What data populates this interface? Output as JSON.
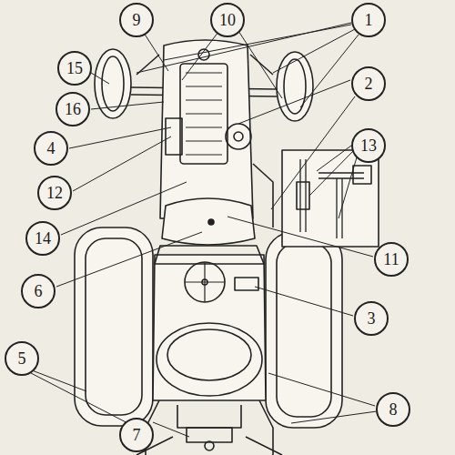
{
  "diagram": {
    "nodes": [
      {
        "text": [
          "9"
        ]
      },
      {
        "text": [
          "10"
        ]
      },
      {
        "text": [
          "1"
        ]
      },
      {
        "text": [
          "15"
        ]
      },
      {
        "text": [
          "2"
        ]
      },
      {
        "text": [
          "16"
        ]
      },
      {
        "text": [
          "13"
        ]
      },
      {
        "text": [
          "4"
        ]
      },
      {
        "text": [
          "12"
        ]
      },
      {
        "text": [
          "14"
        ]
      },
      {
        "text": [
          "11"
        ]
      },
      {
        "text": [
          "6"
        ]
      },
      {
        "text": [
          "3"
        ]
      },
      {
        "text": [
          "5"
        ]
      },
      {
        "text": [
          "8"
        ]
      },
      {
        "text": [
          "7"
        ]
      }
    ]
  }
}
